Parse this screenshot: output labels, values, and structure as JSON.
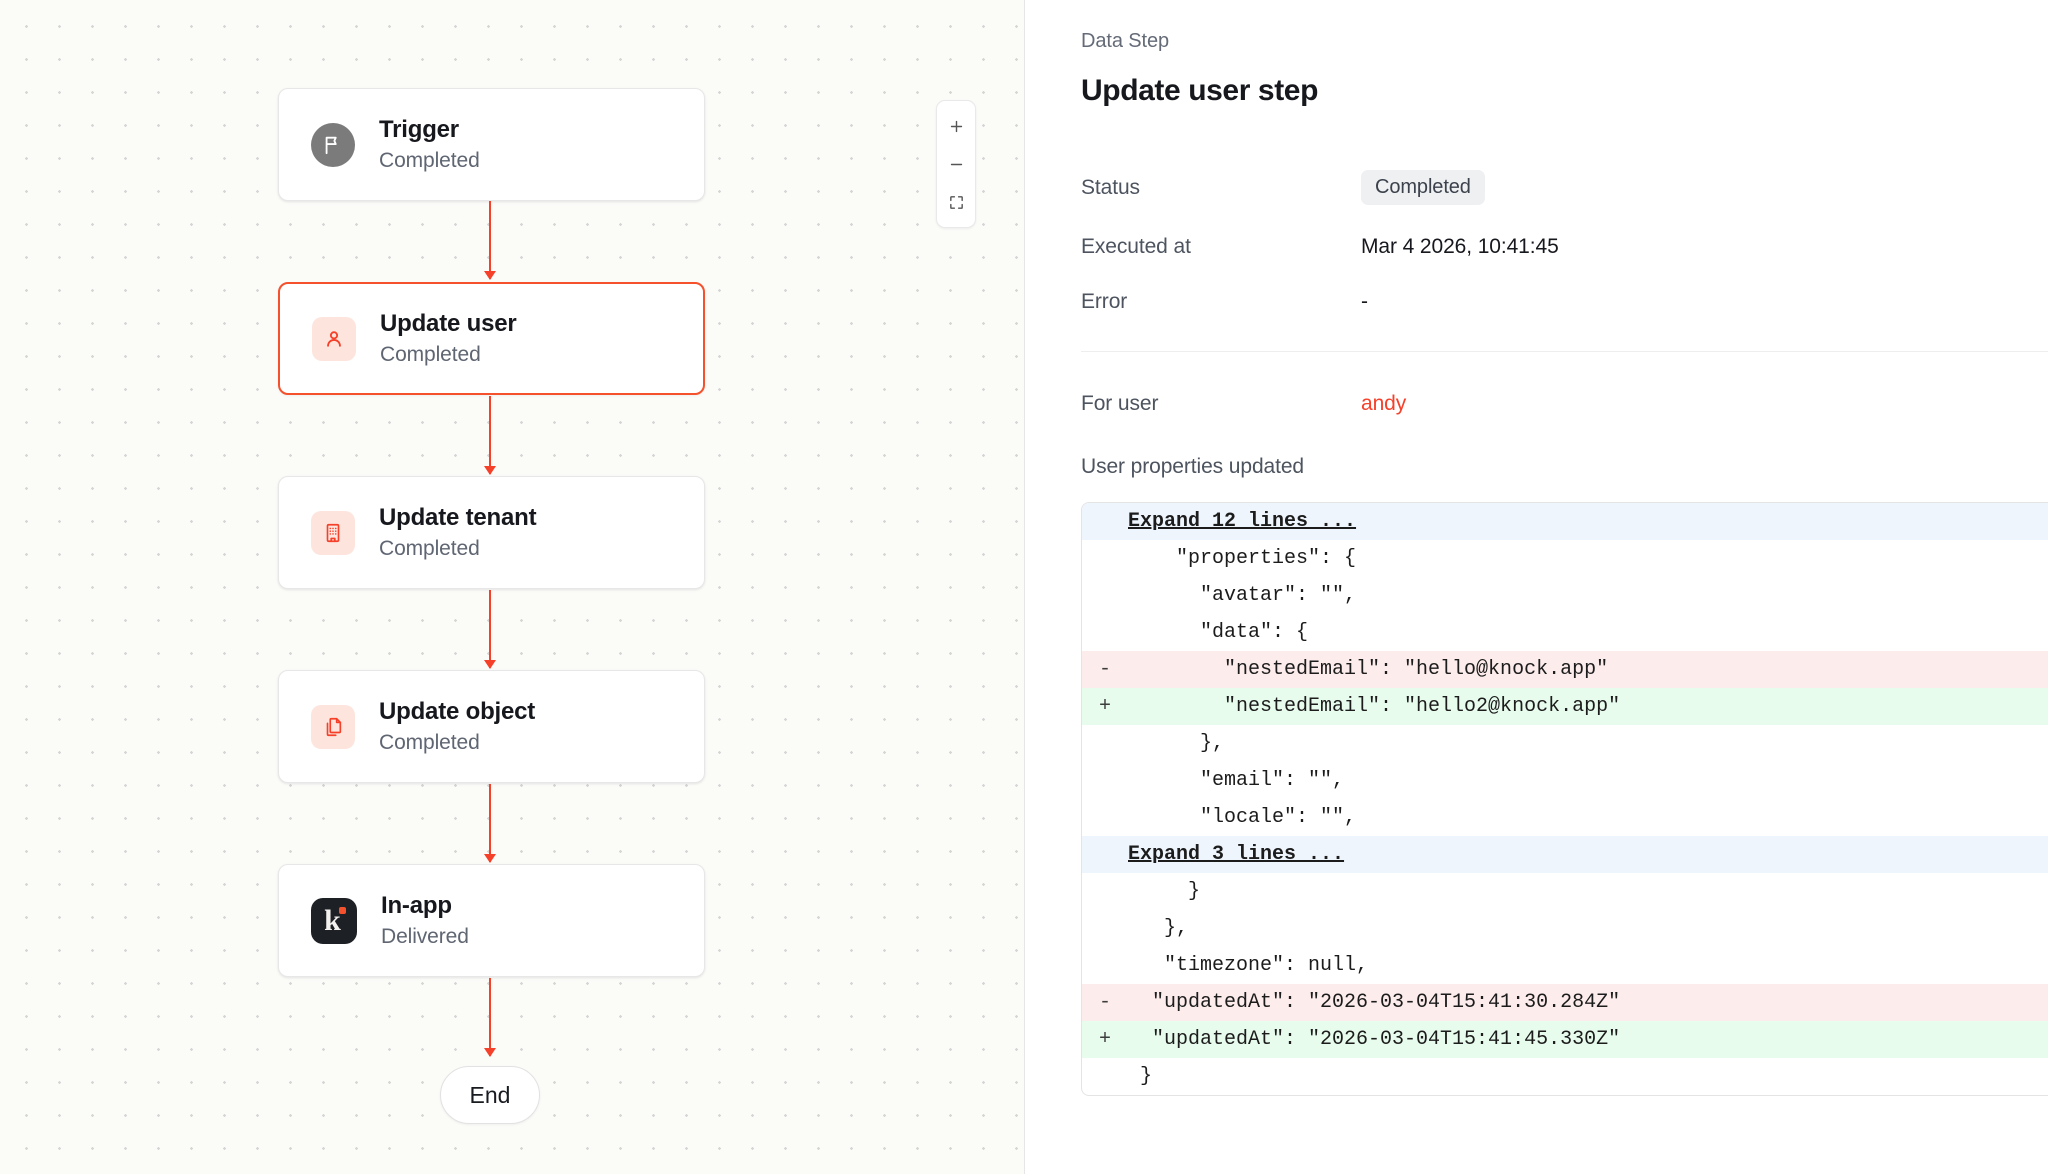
{
  "canvas": {
    "zoom_controls": {
      "zoom_in_label": "+",
      "zoom_out_label": "−",
      "fit_view_label": "fit-view"
    },
    "nodes": [
      {
        "title": "Trigger",
        "status": "Completed",
        "icon": "flag-icon"
      },
      {
        "title": "Update user",
        "status": "Completed",
        "icon": "user-icon"
      },
      {
        "title": "Update tenant",
        "status": "Completed",
        "icon": "building-icon"
      },
      {
        "title": "Update object",
        "status": "Completed",
        "icon": "copy-icon"
      },
      {
        "title": "In-app",
        "status": "Delivered",
        "icon": "knock-logo-icon",
        "logo_letter": "k"
      }
    ],
    "end_label": "End"
  },
  "panel": {
    "eyebrow": "Data Step",
    "title": "Update user step",
    "meta": [
      {
        "label": "Status",
        "value": "Completed"
      },
      {
        "label": "Executed at",
        "value": "Mar 4 2026, 10:41:45"
      },
      {
        "label": "Error",
        "value": "-"
      }
    ],
    "for_user_label": "For user",
    "for_user_value": "andy",
    "section_label": "User properties updated",
    "diff": [
      {
        "type": "expand",
        "sign": "",
        "code": "Expand 12 lines ..."
      },
      {
        "type": "context",
        "sign": "",
        "code": "    \"properties\": {"
      },
      {
        "type": "context",
        "sign": "",
        "code": "      \"avatar\": \"\","
      },
      {
        "type": "context",
        "sign": "",
        "code": "      \"data\": {"
      },
      {
        "type": "del",
        "sign": "-",
        "code": "        \"nestedEmail\": \"hello@knock.app\""
      },
      {
        "type": "add",
        "sign": "+",
        "code": "        \"nestedEmail\": \"hello2@knock.app\""
      },
      {
        "type": "context",
        "sign": "",
        "code": "      },"
      },
      {
        "type": "context",
        "sign": "",
        "code": "      \"email\": \"\","
      },
      {
        "type": "context",
        "sign": "",
        "code": "      \"locale\": \"\","
      },
      {
        "type": "expand",
        "sign": "",
        "code": "Expand 3 lines ..."
      },
      {
        "type": "context",
        "sign": "",
        "code": "     }"
      },
      {
        "type": "context",
        "sign": "",
        "code": "   },"
      },
      {
        "type": "context",
        "sign": "",
        "code": "   \"timezone\": null,"
      },
      {
        "type": "del",
        "sign": "-",
        "code": "  \"updatedAt\": \"2026-03-04T15:41:30.284Z\""
      },
      {
        "type": "add",
        "sign": "+",
        "code": "  \"updatedAt\": \"2026-03-04T15:41:45.330Z\""
      },
      {
        "type": "context",
        "sign": "",
        "code": " }"
      }
    ]
  },
  "colors": {
    "accent": "#f5402a",
    "node_selected_border": "#f5512c",
    "diff_add_bg": "#e8fcee",
    "diff_del_bg": "#fdecec",
    "diff_expand_bg": "#eef5fd",
    "canvas_bg": "#fbfbf8"
  }
}
